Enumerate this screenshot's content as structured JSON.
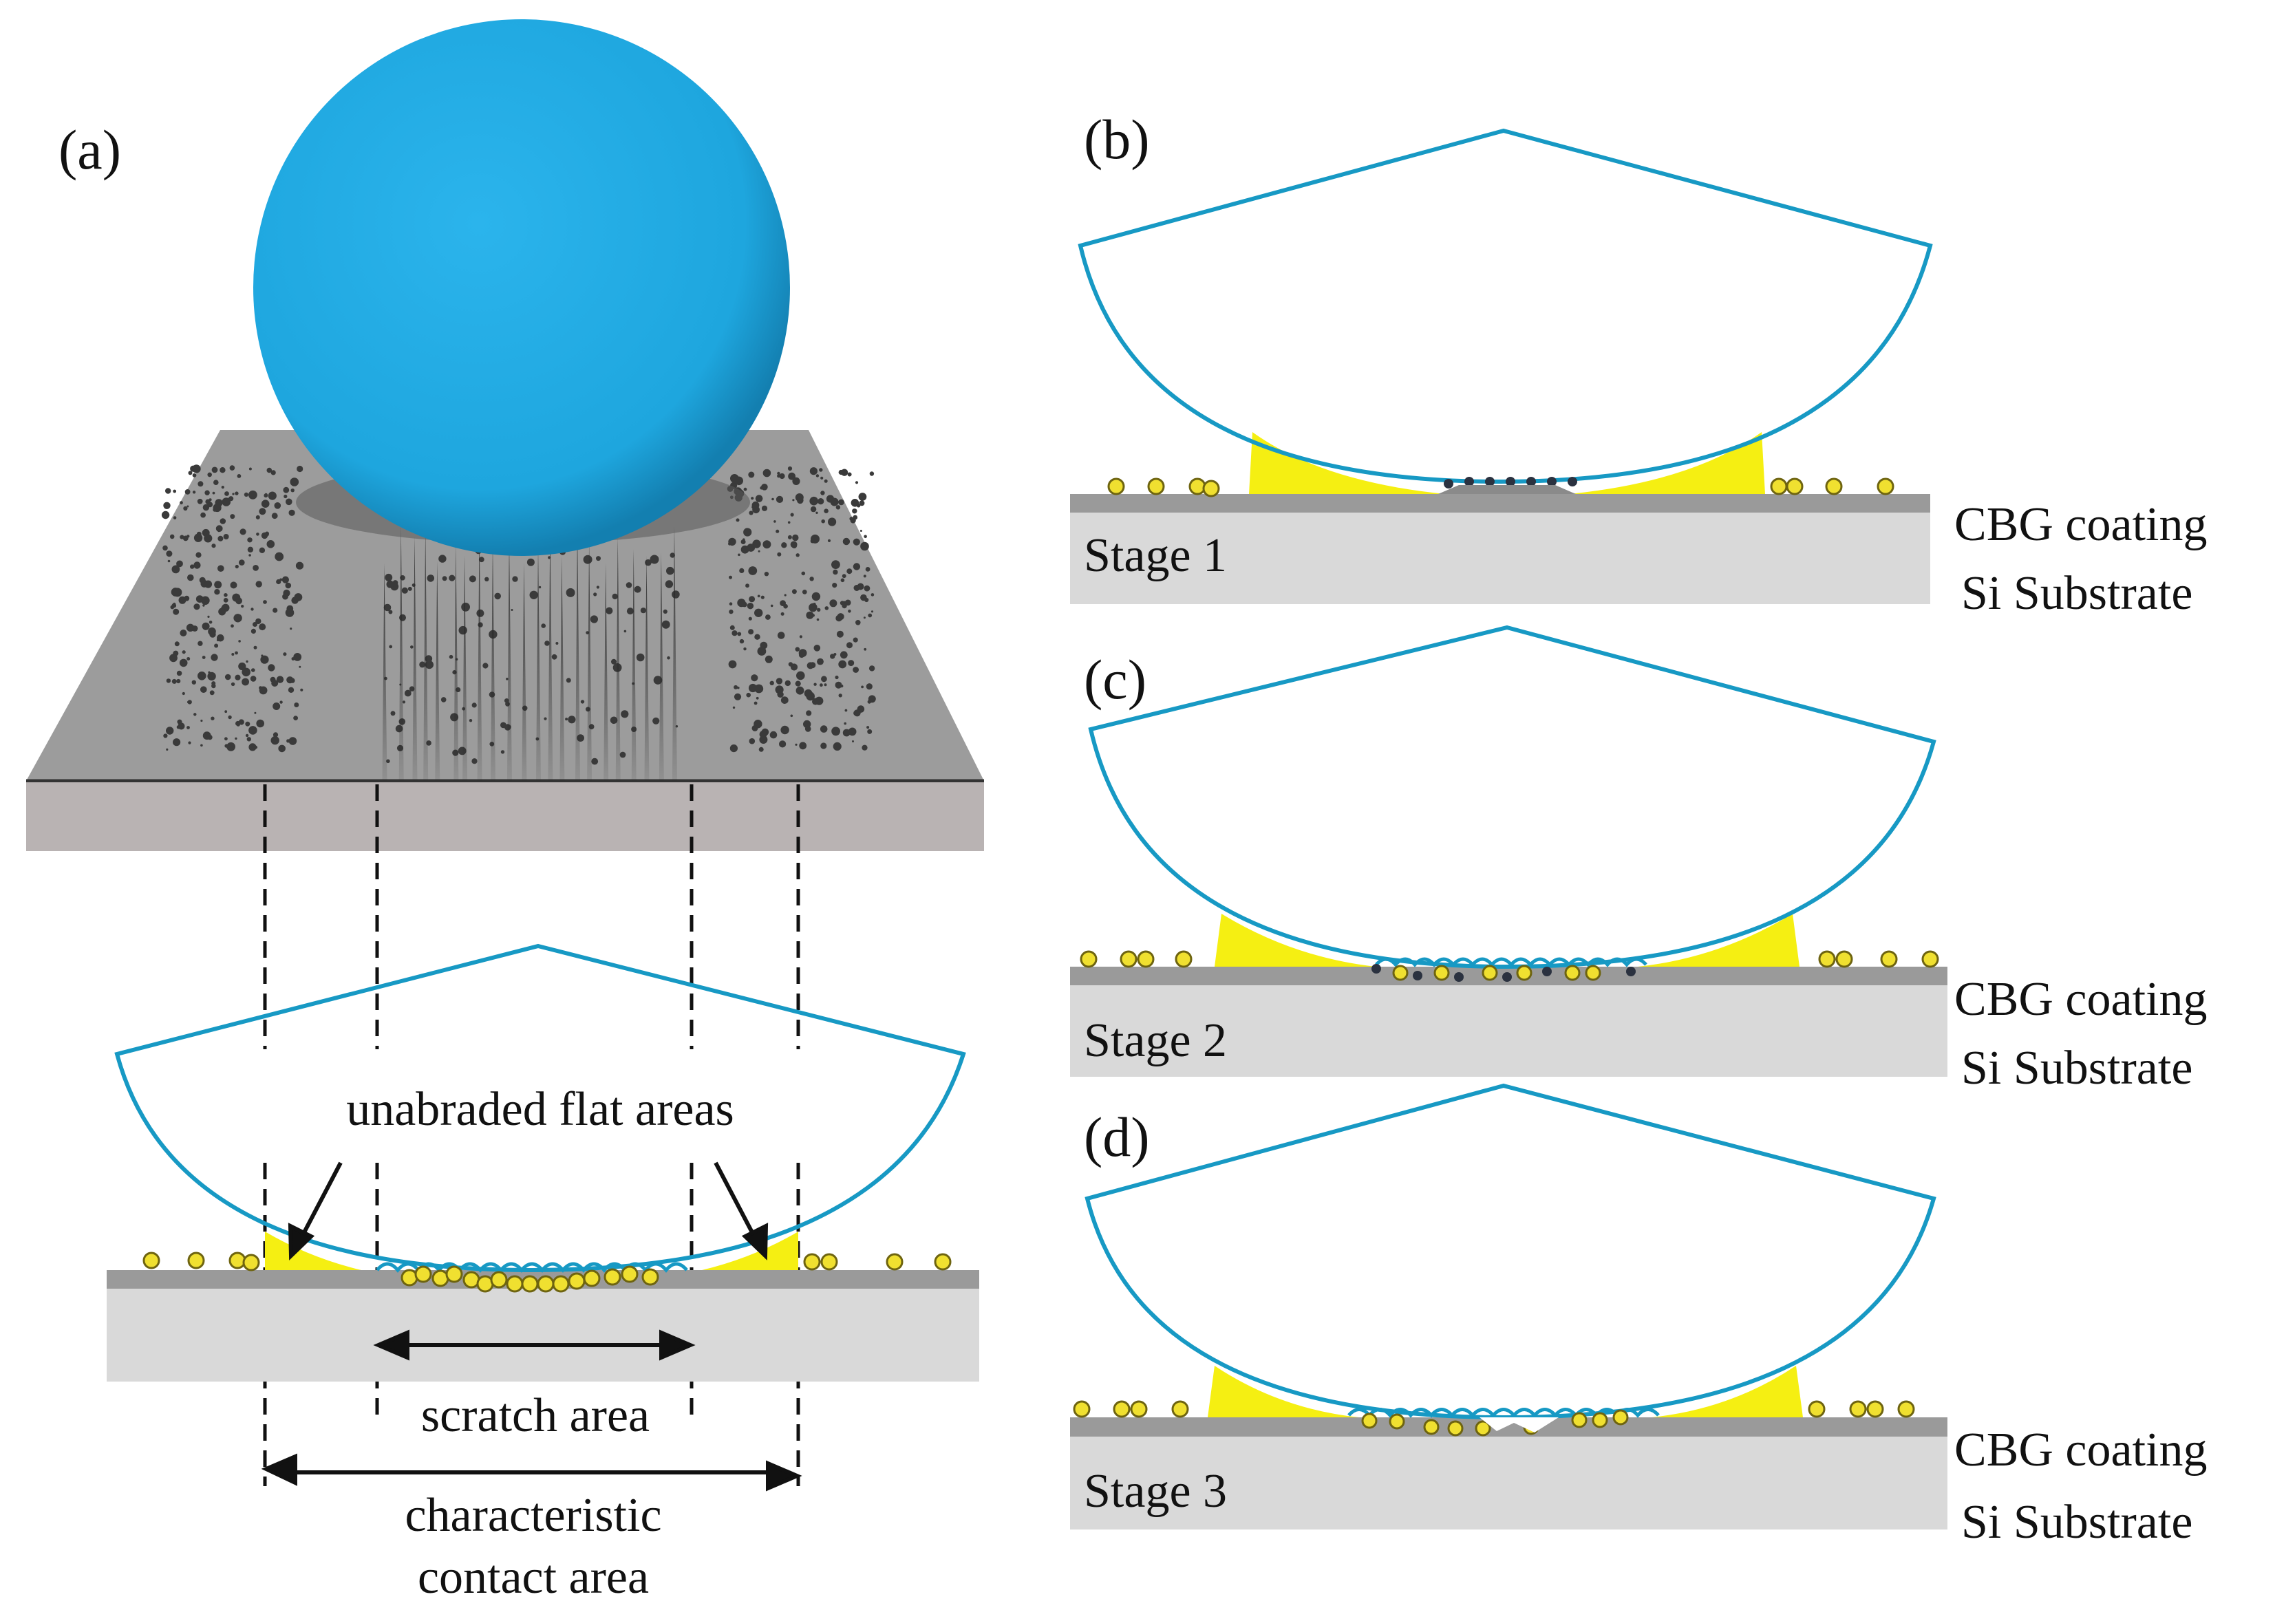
{
  "panels": {
    "a": {
      "label": "(a)"
    },
    "b": {
      "label": "(b)",
      "stage": "Stage 1"
    },
    "c": {
      "label": "(c)",
      "stage": "Stage 2"
    },
    "d": {
      "label": "(d)",
      "stage": "Stage 3"
    }
  },
  "annotations": {
    "unabraded": "unabraded flat areas",
    "scratch": "scratch area",
    "characteristic_line1": "characteristic",
    "characteristic_line2": "contact area"
  },
  "layers": {
    "coating": "CBG coating",
    "substrate": "Si Substrate"
  },
  "colors": {
    "ball": "#1ea6de",
    "outline": "#1799c4",
    "contact_fill": "#f5ef12",
    "debris": "#f0e030",
    "debris_edge": "#6e6410",
    "plate_top": "#9c9c9c",
    "plate_side": "#b9b3b3",
    "coating": "#9a9a9a",
    "substrate": "#d9d9d9",
    "wear": "#3a3a3a"
  }
}
